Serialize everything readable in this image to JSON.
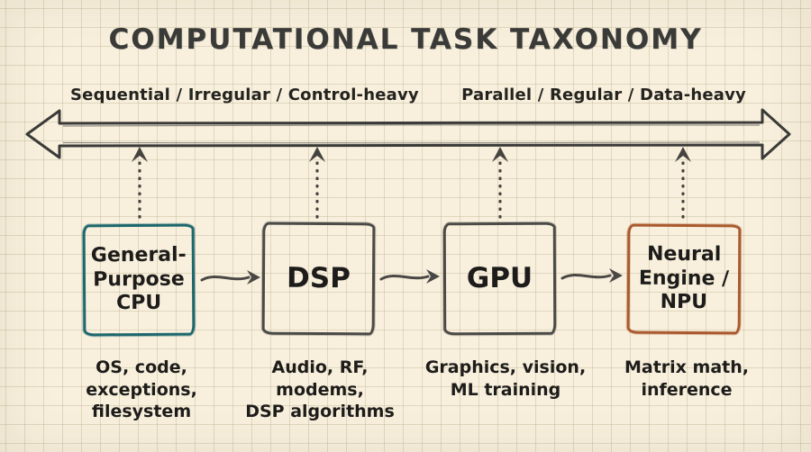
{
  "title": "COMPUTATIONAL TASK TAXONOMY",
  "spectrum": {
    "left_label": "Sequential / Irregular / Control-heavy",
    "right_label": "Parallel / Regular / Data-heavy"
  },
  "nodes": [
    {
      "id": "cpu",
      "label": "General-\nPurpose\nCPU",
      "caption": "OS, code,\nexceptions,\nfilesystem",
      "accent": "#1e676d"
    },
    {
      "id": "dsp",
      "label": "DSP",
      "caption": "Audio, RF,\nmodems,\nDSP algorithms",
      "accent": "#4b4a47"
    },
    {
      "id": "gpu",
      "label": "GPU",
      "caption": "Graphics, vision,\nML training",
      "accent": "#4b4a47"
    },
    {
      "id": "npu",
      "label": "Neural\nEngine /\nNPU",
      "caption": "Matrix math,\ninference",
      "accent": "#aa5a2e"
    }
  ],
  "colors": {
    "background": "#f8f0dd",
    "grid_line": "#ded5bf",
    "ink": "#3a3a38",
    "cpu_accent": "#1e676d",
    "dsp_gpu_accent": "#4b4a47",
    "npu_accent": "#aa5a2e"
  }
}
